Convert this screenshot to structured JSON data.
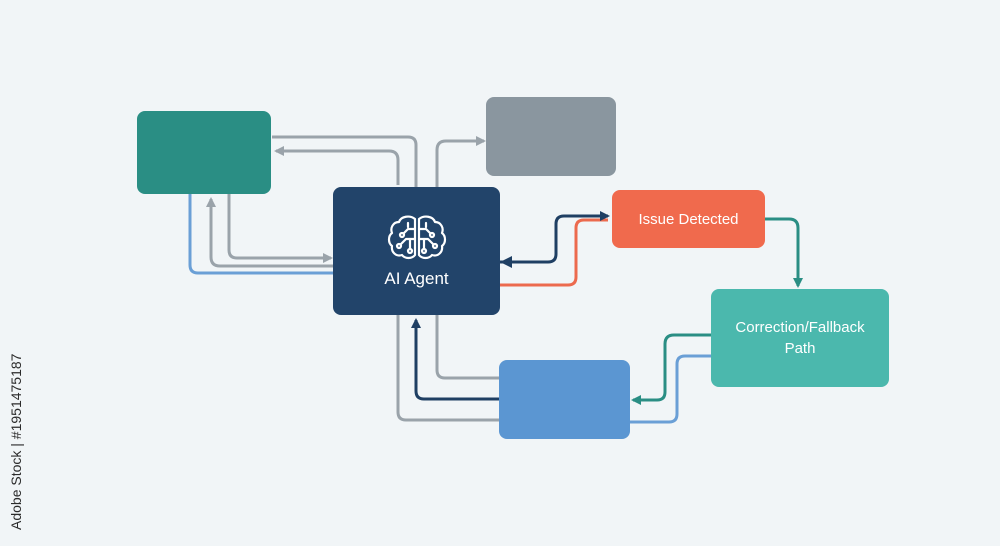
{
  "colors": {
    "background": "#f1f5f7",
    "teal_dark": "#2a8e84",
    "gray": "#8a969f",
    "agent_navy": "#22446a",
    "issue_orange": "#f06a4d",
    "correction_teal": "#4bb8ad",
    "blue": "#5b96d2",
    "arrow_gray": "#9aa3aa",
    "arrow_navy": "#1f3f63",
    "arrow_orange": "#ec6a4e",
    "arrow_teal": "#2a8e84",
    "arrow_blue": "#6a9fd6"
  },
  "nodes": {
    "teal_dark": {
      "label": ""
    },
    "gray": {
      "label": ""
    },
    "agent": {
      "label": "AI Agent",
      "icon": "brain-icon"
    },
    "issue": {
      "label": "Issue Detected"
    },
    "correction": {
      "label_line1": "Correction/Fallback",
      "label_line2": "Path"
    },
    "blue": {
      "label": ""
    }
  },
  "watermark": {
    "text": "Adobe Stock | #1951475187"
  }
}
